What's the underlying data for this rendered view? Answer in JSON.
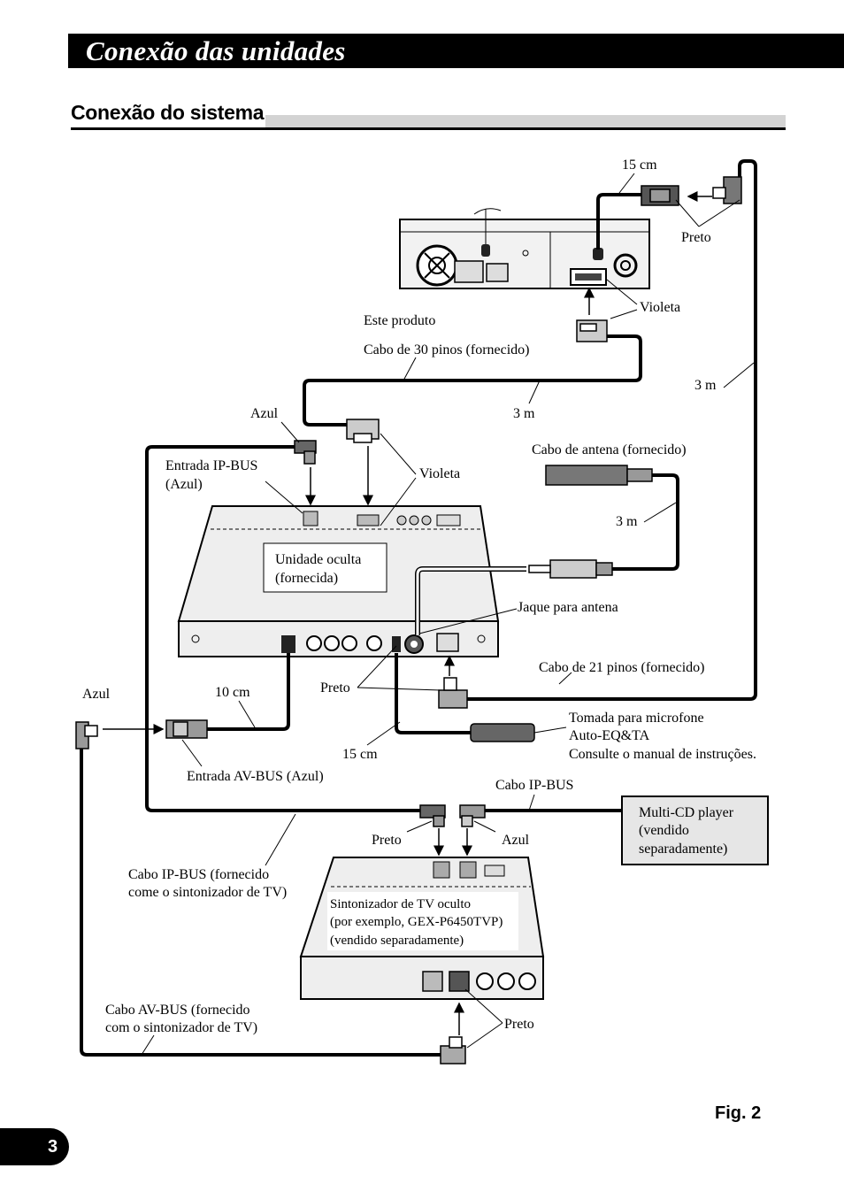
{
  "header": {
    "title": "Conexão das unidades"
  },
  "section": {
    "title": "Conexão do sistema"
  },
  "labels": {
    "cable_15cm_top": "15 cm",
    "preto_top": "Preto",
    "violeta_top": "Violeta",
    "este_produto": "Este produto",
    "cabo_30_pinos": "Cabo de 30 pinos (fornecido)",
    "m3_right": "3 m",
    "azul_top": "Azul",
    "m3_center": "3 m",
    "cabo_antena": "Cabo de antena (fornecido)",
    "entrada_ipbus_1": "Entrada IP-BUS",
    "entrada_ipbus_2": "(Azul)",
    "violeta_mid": "Violeta",
    "m3_antenna": "3 m",
    "unidade_oculta_1": "Unidade oculta",
    "unidade_oculta_2": "(fornecida)",
    "jaque_antena": "Jaque para antena",
    "cabo_21_pinos": "Cabo de 21 pinos (fornecido)",
    "azul_left": "Azul",
    "cm10": "10 cm",
    "preto_mid": "Preto",
    "tomada_1": "Tomada para microfone",
    "tomada_2": "Auto-EQ&TA",
    "tomada_3": "Consulte o manual de instruções.",
    "cm15_bottom": "15 cm",
    "entrada_avbus": "Entrada AV-BUS (Azul)",
    "cabo_ipbus": "Cabo IP-BUS",
    "multicd_1": "Multi-CD player",
    "multicd_2": "(vendido",
    "multicd_3": "separadamente)",
    "preto_tuner": "Preto",
    "azul_tuner": "Azul",
    "cabo_ipbus_tv_1": "Cabo IP-BUS (fornecido",
    "cabo_ipbus_tv_2": "come o sintonizador de TV)",
    "tuner_1": "Sintonizador de TV oculto",
    "tuner_2": "(por exemplo, GEX-P6450TVP)",
    "tuner_3": "(vendido separadamente)",
    "cabo_avbus_tv_1": "Cabo AV-BUS (fornecido",
    "cabo_avbus_tv_2": "com o sintonizador de TV)",
    "preto_bottom": "Preto"
  },
  "figure": {
    "label": "Fig. 2"
  },
  "page": {
    "number": "3"
  }
}
